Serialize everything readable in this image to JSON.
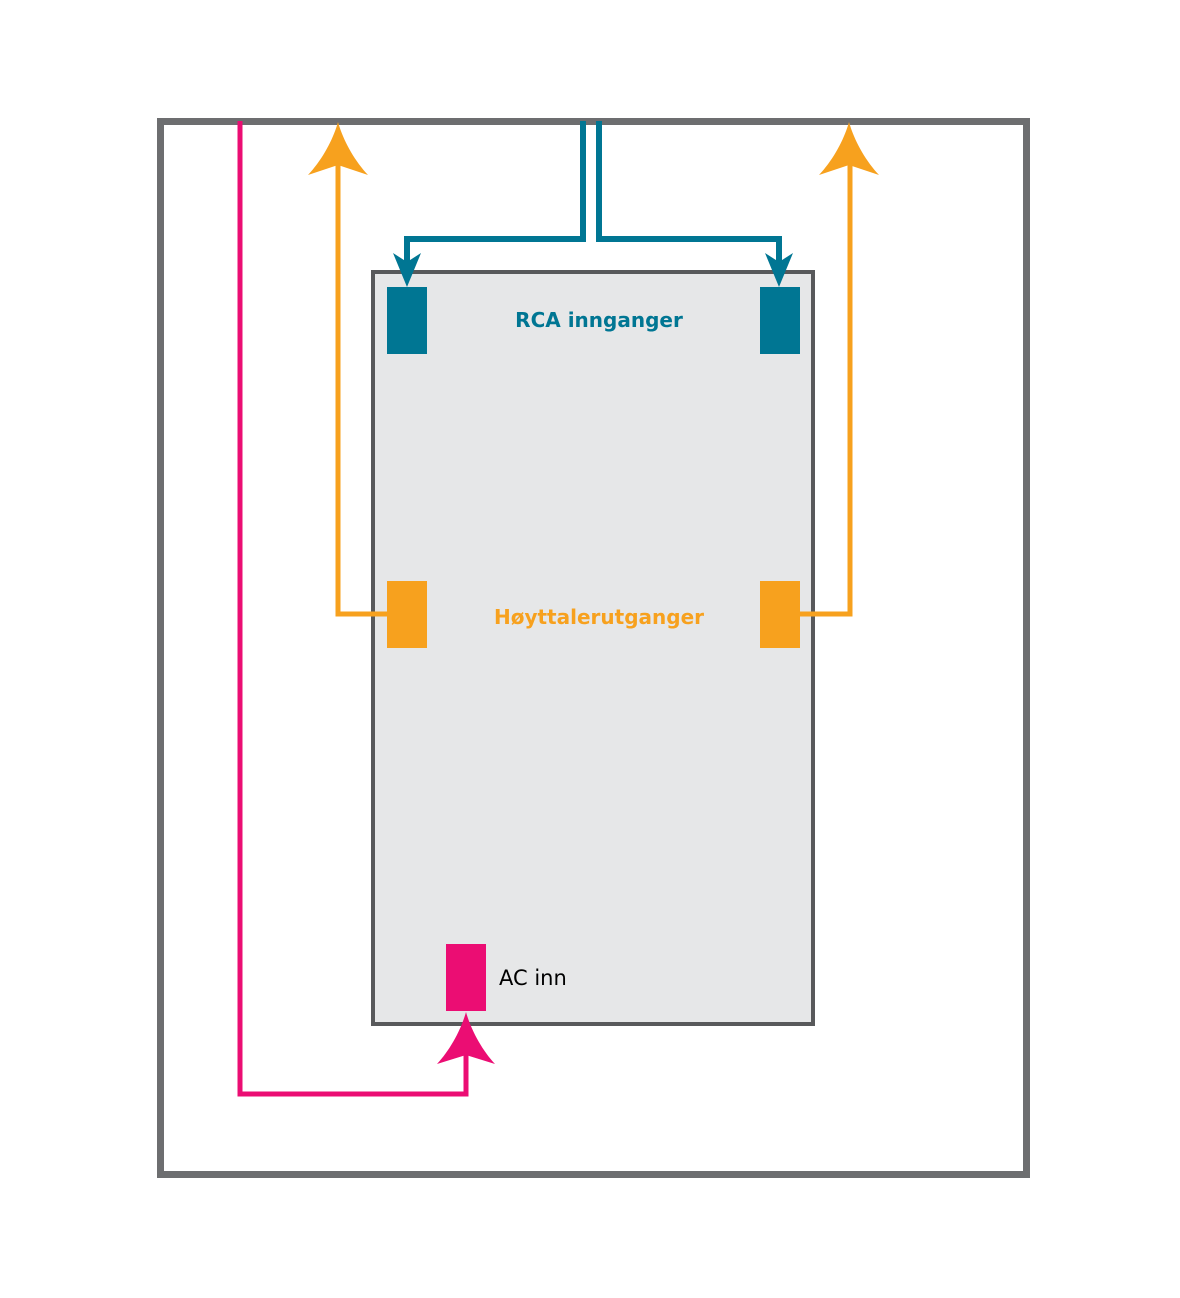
{
  "diagram": {
    "colors": {
      "frame": "#6d6e70",
      "panel_fill": "#e6e7e8",
      "rca": "#007693",
      "speaker": "#f7a11e",
      "ac": "#eb0d73",
      "ac_text": "#000000"
    },
    "labels": {
      "rca_inputs": "RCA innganger",
      "speaker_outputs": "Høyttalerutganger",
      "ac_input": "AC inn"
    },
    "connectors": [
      {
        "id": "rca-left",
        "group": "rca_inputs",
        "direction": "in"
      },
      {
        "id": "rca-right",
        "group": "rca_inputs",
        "direction": "in"
      },
      {
        "id": "speaker-left",
        "group": "speaker_outputs",
        "direction": "out"
      },
      {
        "id": "speaker-right",
        "group": "speaker_outputs",
        "direction": "out"
      },
      {
        "id": "ac",
        "group": "ac_input",
        "direction": "in"
      }
    ]
  }
}
